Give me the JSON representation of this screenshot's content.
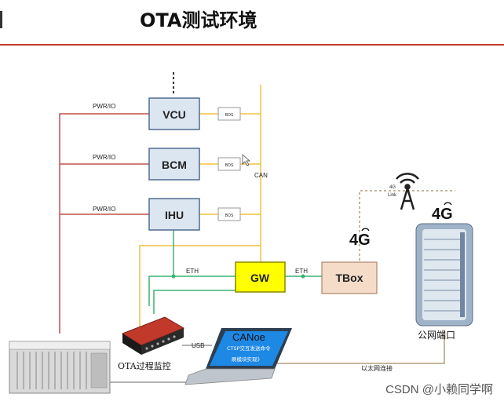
{
  "title": "OTA测试环境",
  "nodes": {
    "vcu": "VCU",
    "bcm": "BCM",
    "ihu": "IHU",
    "gw": "GW",
    "tbox": "TBox"
  },
  "small_box_label": "BOS",
  "line_labels": {
    "pwr_io": "PWR/IO",
    "can": "CAN",
    "eth": "ETH",
    "usb": "USB",
    "link_4g": "4G",
    "link_4g_sub": "Link",
    "ethernet_cn": "以太网连接"
  },
  "badges": {
    "tbox_4g": "4G",
    "server_4g": "4G"
  },
  "device_labels": {
    "ota_monitor": "OTA过程监控",
    "server": "公网端口"
  },
  "laptop": {
    "app": "CANoe",
    "line1": "CTSP交互发送命令",
    "line2": "刷模块实现》"
  },
  "watermark": "CSDN @小赖同学啊",
  "colors": {
    "red_line": "#c0504d",
    "can_line": "#f0c040",
    "eth_line": "#3cb371",
    "ecu_fill": "#dce6f1",
    "gw_fill": "#ffff00",
    "tbox_fill": "#f4dcc9",
    "accent_rule": "#c0392b"
  }
}
